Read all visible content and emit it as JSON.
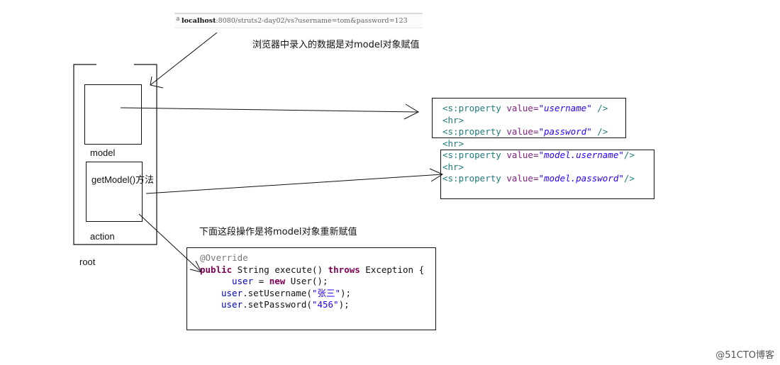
{
  "url_bar": {
    "icon": "a",
    "host": "localhost",
    "rest": ":8080/struts2-day02/vs?username=tom&password=123"
  },
  "notes": {
    "browser_note": "浏览器中录入的数据是对model对象赋值",
    "reassign_note": "下面这段操作是将model对象重新赋值"
  },
  "diagram": {
    "model_label": "model",
    "get_model_label": "getModel()方法",
    "action_label": "action",
    "root_label": "root"
  },
  "jsp_code_top": {
    "line1": {
      "open": "<s:property ",
      "attr": "value=",
      "val": "\"username\"",
      "close": " />"
    },
    "line2": "<hr>",
    "line3": {
      "open": "<s:property ",
      "attr": "value=",
      "val": "\"password\"",
      "close": " />"
    },
    "line4": "<hr>"
  },
  "jsp_code_bottom": {
    "line1": {
      "open": "<s:property ",
      "attr": "value=",
      "val": "\"model.username\"",
      "close": "/>"
    },
    "line2": "<hr>",
    "line3": {
      "open": "<s:property ",
      "attr": "value=",
      "val": "\"model.password\"",
      "close": "/>"
    }
  },
  "java_code": {
    "annotation": "@Override",
    "kw_public": "public",
    "sig_mid": " String execute() ",
    "kw_throws": "throws",
    "sig_end": " Exception {",
    "var_user": "user",
    "assign": " = ",
    "kw_new": "new",
    "new_rest": " User();",
    "set_username_call": ".setUsername(",
    "username_value": "\"张三\"",
    "set_password_call": ".setPassword(",
    "password_value": "\"456\"",
    "close_call": ");"
  },
  "watermark": "@51CTO博客"
}
